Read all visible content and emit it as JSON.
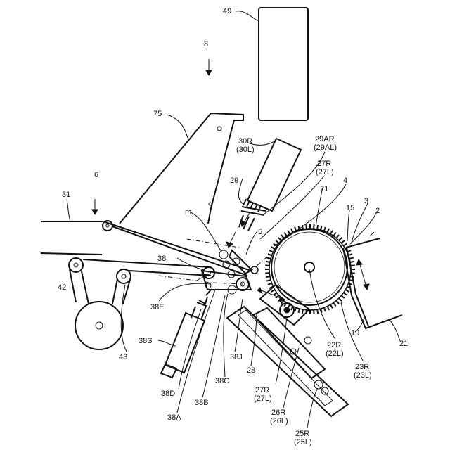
{
  "labels": {
    "l49": "49",
    "l8": "8",
    "l75": "75",
    "l30": "30R",
    "l30b": "(30L)",
    "l29ar": "29AR",
    "l29al": "(29AL)",
    "l27a": "27R",
    "l27b": "(27L)",
    "l29": "29",
    "l21a": "21",
    "l4": "4",
    "l3": "3",
    "l2": "2",
    "l15": "15",
    "l6": "6",
    "l31": "31",
    "lm": "m",
    "l5": "5",
    "l38": "38",
    "l42": "42",
    "l38e": "38E",
    "l43": "43",
    "l38s": "38S",
    "l38j": "38J",
    "l28": "28",
    "l38c": "38C",
    "l38d": "38D",
    "l38b": "38B",
    "l38a": "38A",
    "l22r": "22R",
    "l22l": "(22L)",
    "l23r": "23R",
    "l23l": "(23L)",
    "l19": "19",
    "l21b": "21",
    "l27c": "27R",
    "l27d": "(27L)",
    "l26r": "26R",
    "l26l": "(26L)",
    "l25r": "25R",
    "l25l": "(25L)"
  },
  "colors": {
    "line": "#111111",
    "background": "#ffffff"
  }
}
